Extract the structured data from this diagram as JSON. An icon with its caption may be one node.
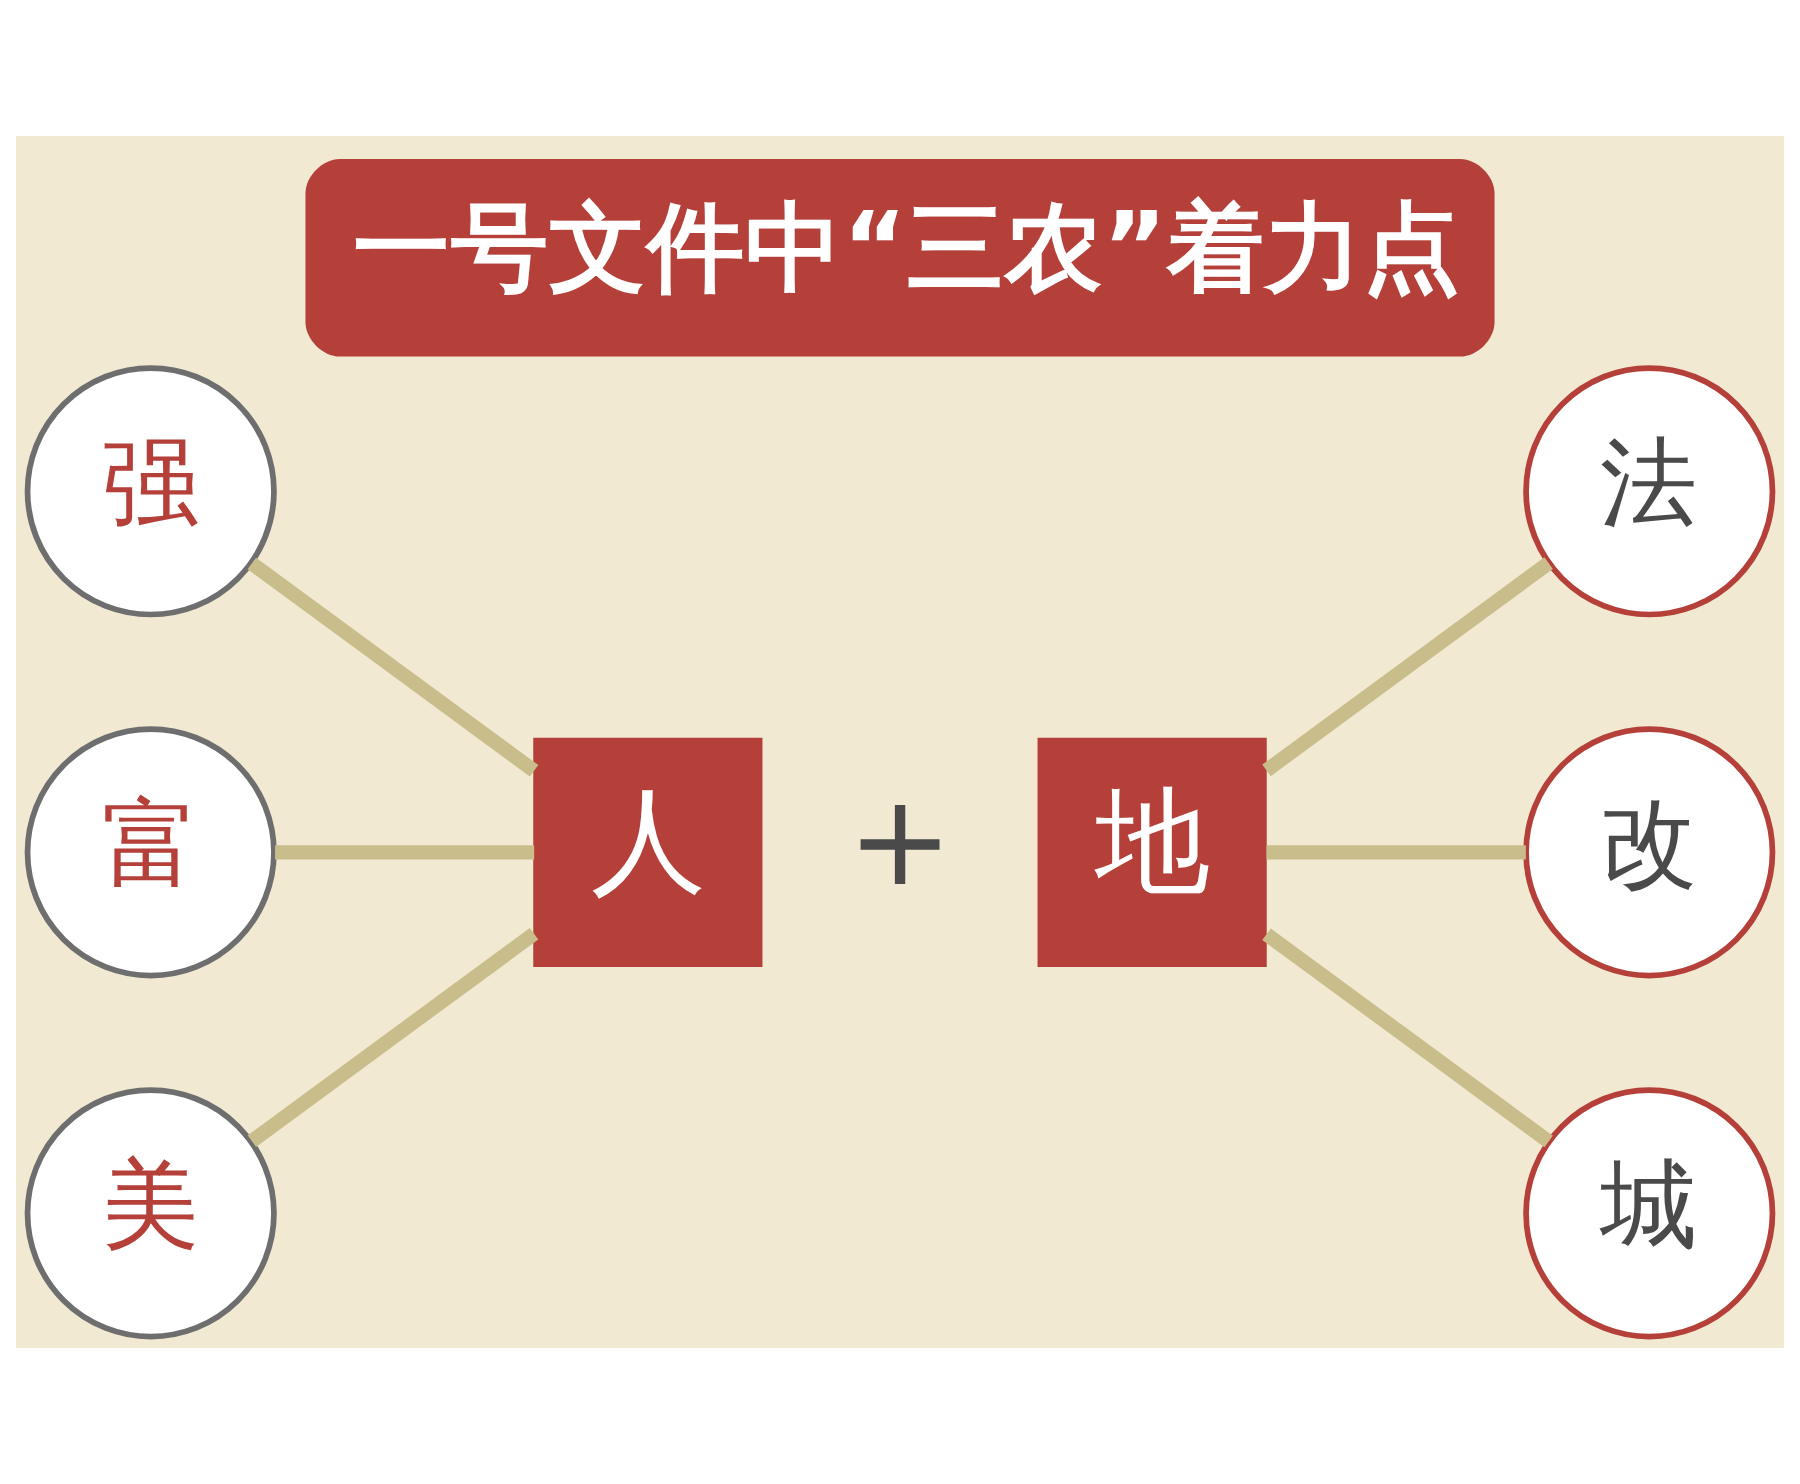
{
  "diagram": {
    "title": "一号文件中“三农”着力点",
    "nodes": [
      {
        "text": [
          "强"
        ]
      },
      {
        "text": [
          "富"
        ]
      },
      {
        "text": [
          "美"
        ]
      },
      {
        "text": [
          "人"
        ]
      },
      {
        "text": [
          "地"
        ]
      },
      {
        "text": [
          "法"
        ]
      },
      {
        "text": [
          "改"
        ]
      },
      {
        "text": [
          "城"
        ]
      }
    ],
    "edges": [
      {
        "from": 0,
        "to": 3,
        "arrow": "none"
      },
      {
        "from": 1,
        "to": 3,
        "arrow": "none"
      },
      {
        "from": 2,
        "to": 3,
        "arrow": "none"
      },
      {
        "from": 4,
        "to": 5,
        "arrow": "none"
      },
      {
        "from": 4,
        "to": 6,
        "arrow": "none"
      },
      {
        "from": 4,
        "to": 7,
        "arrow": "none"
      }
    ],
    "labels": [
      "+"
    ]
  }
}
